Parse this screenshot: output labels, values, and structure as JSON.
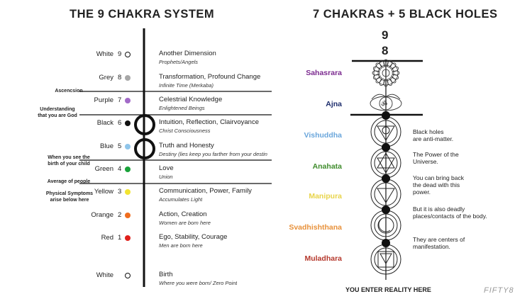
{
  "left": {
    "title": "THE 9 CHAKRA SYSTEM",
    "levels": [
      {
        "color_label": "White",
        "number": "9",
        "dot": "#ffffff",
        "title": "Another Dimension",
        "subtitle": "Prophets/Angels"
      },
      {
        "color_label": "Grey",
        "number": "8",
        "dot": "#a7a7a7",
        "title": "Transformation, Profound Change",
        "subtitle": "Infinite Time (Merkaba)"
      },
      {
        "color_label": "Purple",
        "number": "7",
        "dot": "#a26ac8",
        "title": "Celestrial Knowledge",
        "subtitle": "Enlightened Beings"
      },
      {
        "color_label": "Black",
        "number": "6",
        "dot": "#111111",
        "title": "Intuition, Reflection, Clairvoyance",
        "subtitle": "Christ Consciousness"
      },
      {
        "color_label": "Blue",
        "number": "5",
        "dot": "#8fc5ea",
        "title": "Truth and Honesty",
        "subtitle": "Destiny (lies keep you farther from your destin"
      },
      {
        "color_label": "Green",
        "number": "4",
        "dot": "#19a23a",
        "title": "Love",
        "subtitle": "Union"
      },
      {
        "color_label": "Yellow",
        "number": "3",
        "dot": "#f2e431",
        "title": "Communication, Power, Family",
        "subtitle": "Accumulates Light"
      },
      {
        "color_label": "Orange",
        "number": "2",
        "dot": "#f06d1e",
        "title": "Action, Creation",
        "subtitle": "Women are born here"
      },
      {
        "color_label": "Red",
        "number": "1",
        "dot": "#e0201b",
        "title": "Ego, Stability, Courage",
        "subtitle": "Men are born here"
      },
      {
        "color_label": "White",
        "number": "",
        "dot": "#ffffff",
        "title": "Birth",
        "subtitle": "Where you were born/ Zero Point"
      }
    ],
    "side_notes": [
      "Ascencsion",
      "Understanding\nthat you are God",
      "When you see the\nbirth of your child",
      "Average of people",
      "Physical Symptoms\narise below here"
    ]
  },
  "right": {
    "title": "7 CHAKRAS + 5 BLACK HOLES",
    "top_numbers": [
      "9",
      "8"
    ],
    "chakras": [
      {
        "name": "Sahasrara",
        "color": "#7b2a8f"
      },
      {
        "name": "Ajna",
        "color": "#1f2f6e"
      },
      {
        "name": "Vishuddha",
        "color": "#6aa6db"
      },
      {
        "name": "Anahata",
        "color": "#3f8c2c"
      },
      {
        "name": "Manipura",
        "color": "#e8d44a"
      },
      {
        "name": "Svadhishthana",
        "color": "#e8913a"
      },
      {
        "name": "Muladhara",
        "color": "#b5382c"
      }
    ],
    "ajna_symbol": "ॐ",
    "notes": [
      "Black holes\nare anti-matter.",
      "The Power of the\nUniverse.",
      "You can bring back\nthe dead with this\npower.",
      "But it is also deadly\nplaces/contacts of the body.",
      "They are centers of\nmanifestation."
    ],
    "bottom_caption": "YOU ENTER REALITY HERE",
    "brand": "FIFTY8"
  }
}
